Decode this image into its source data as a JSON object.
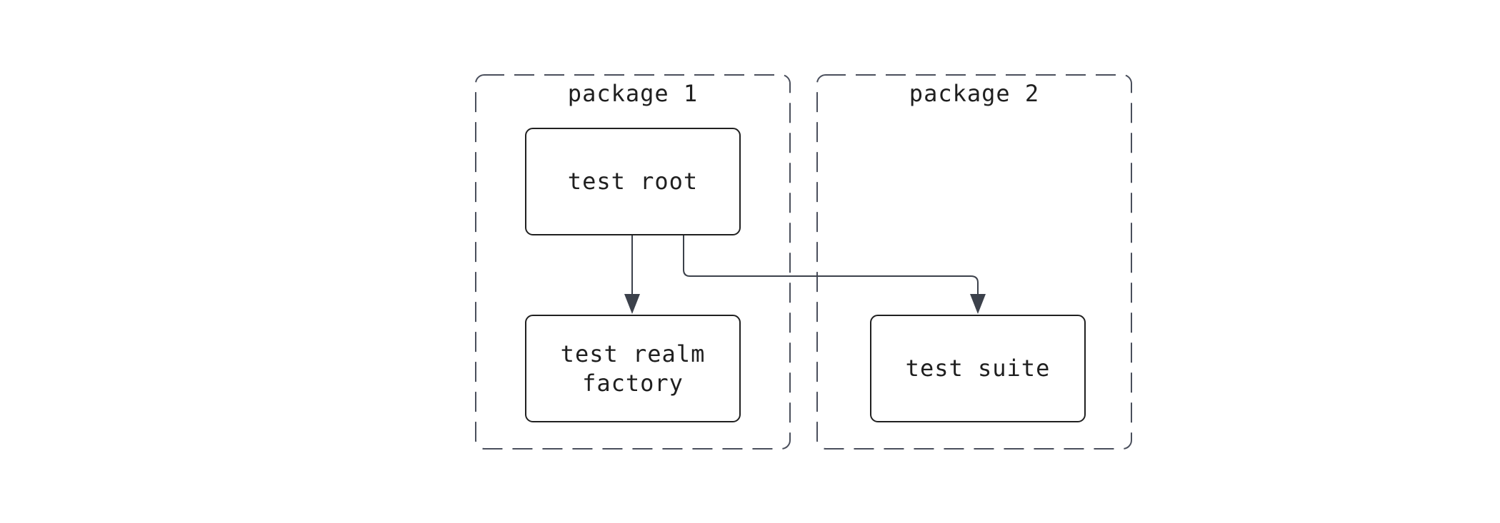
{
  "diagram": {
    "groups": [
      {
        "id": "package-1",
        "label": "package 1"
      },
      {
        "id": "package-2",
        "label": "package 2"
      }
    ],
    "nodes": [
      {
        "id": "test-root",
        "label": "test root",
        "group": "package-1"
      },
      {
        "id": "test-realm-factory",
        "label": "test realm\nfactory",
        "group": "package-1"
      },
      {
        "id": "test-suite",
        "label": "test suite",
        "group": "package-2"
      }
    ],
    "edges": [
      {
        "from": "test-root",
        "to": "test-realm-factory"
      },
      {
        "from": "test-root",
        "to": "test-suite"
      }
    ],
    "colors": {
      "group_border": "#4a4f5c",
      "node_border": "#202020",
      "edge": "#3c414b",
      "text": "#1f1f1f"
    }
  }
}
